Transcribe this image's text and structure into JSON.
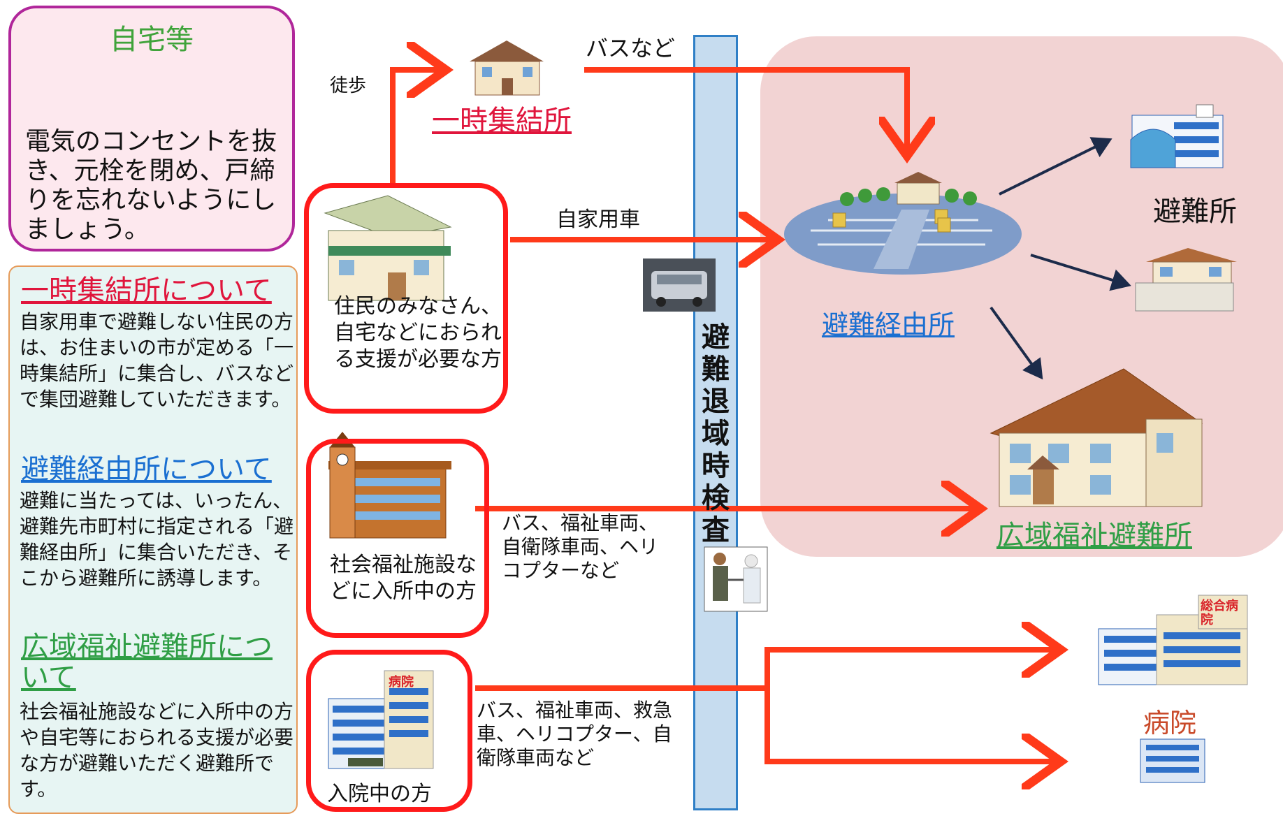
{
  "home": {
    "title": "自宅等",
    "text": "電気のコンセントを抜き、元栓を閉め、戸締りを忘れないようにしましょう。"
  },
  "info": {
    "s1_title": "一時集結所について",
    "s1_text": "自家用車で避難しない住民の方は、お住まいの市が定める「一時集結所」に集合し、バスなどで集団避難していただきます。",
    "s2_title": "避難経由所について",
    "s2_text": "避難に当たっては、いったん、避難先市町村に指定される「避難経由所」に集合いただき、そこから避難所に誘導します。",
    "s3_title": "広域福祉避難所について",
    "s3_text": "社会福祉施設などに入所中の方や自宅等におられる支援が必要な方が避難いただく避難所です。"
  },
  "groups": {
    "residents": "住民のみなさん、自宅などにおられる支援が必要な方",
    "facility": "社会福祉施設などに入所中の方",
    "hospital_patients": "入院中の方"
  },
  "routes": {
    "walk": "徒歩",
    "bus": "バスなど",
    "car": "自家用車",
    "facility_transport": "バス、福祉車両、自衛隊車両、ヘリコプターなど",
    "hospital_transport": "バス、福祉車両、救急車、ヘリコプター、自衛隊車両など"
  },
  "places": {
    "assembly": "一時集結所",
    "transit": "避難経由所",
    "shelter": "避難所",
    "welfare_shelter": "広域福祉避難所",
    "hospital": "病院",
    "hospital_sign": "総合病院",
    "hospital_sign2": "病院"
  },
  "checkpoint": "避難退域時検査",
  "colors": {
    "arrow_red": "#ff3a1a",
    "arrow_dark": "#1c2b4a",
    "bar_blue": "#2f7fc6",
    "pink_area": "#f2d3d3"
  }
}
